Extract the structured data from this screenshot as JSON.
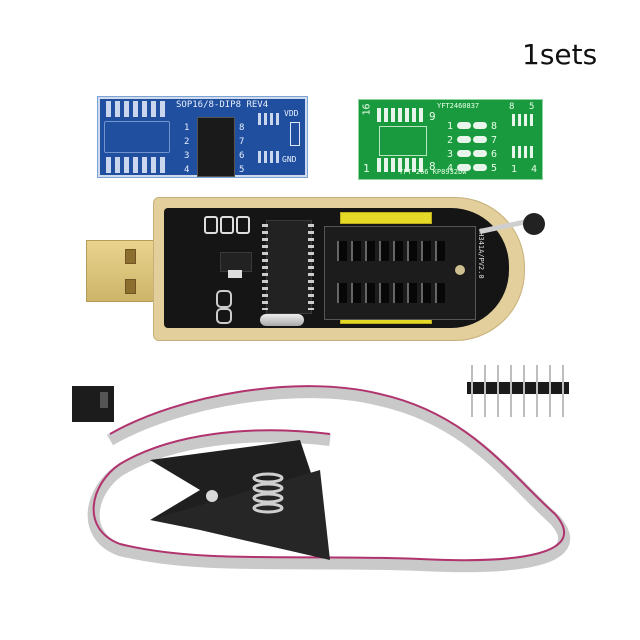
{
  "product_label": "1sets",
  "items": {
    "adapter_blue": {
      "title": "SOP16/8-DIP8 REV4",
      "pin_labels_left": [
        "1",
        "2",
        "3",
        "4"
      ],
      "pin_labels_right": [
        "8",
        "7",
        "6",
        "5"
      ],
      "vdd": "VDD",
      "gnd": "GND",
      "color": "#1f4f9e"
    },
    "adapter_green": {
      "top_text": "YFT2460837",
      "bottom_text": "YFT-266 KP8932bw",
      "pin_labels_left": [
        "1",
        "2",
        "3",
        "4"
      ],
      "pin_labels_right": [
        "8",
        "7",
        "6",
        "5"
      ],
      "corner_labels": [
        "16",
        "9",
        "1",
        "8",
        "8",
        "5",
        "1",
        "4"
      ],
      "color": "#1a9a3e"
    },
    "programmer": {
      "model_text": "CH341A/PV2.0",
      "pcb_color": "#151515",
      "frame_color": "#e3cf9c",
      "components": [
        "USB-A plug",
        "CH341A chip",
        "ZIF socket",
        "crystal Y1",
        "C5",
        "C4",
        "pin headers"
      ]
    },
    "clip_cable": {
      "type": "SOIC8 test clip",
      "cable_color": "#bdbdbd",
      "stripe_color": "#b0336e"
    },
    "pin_header": {
      "pins": 8
    }
  }
}
